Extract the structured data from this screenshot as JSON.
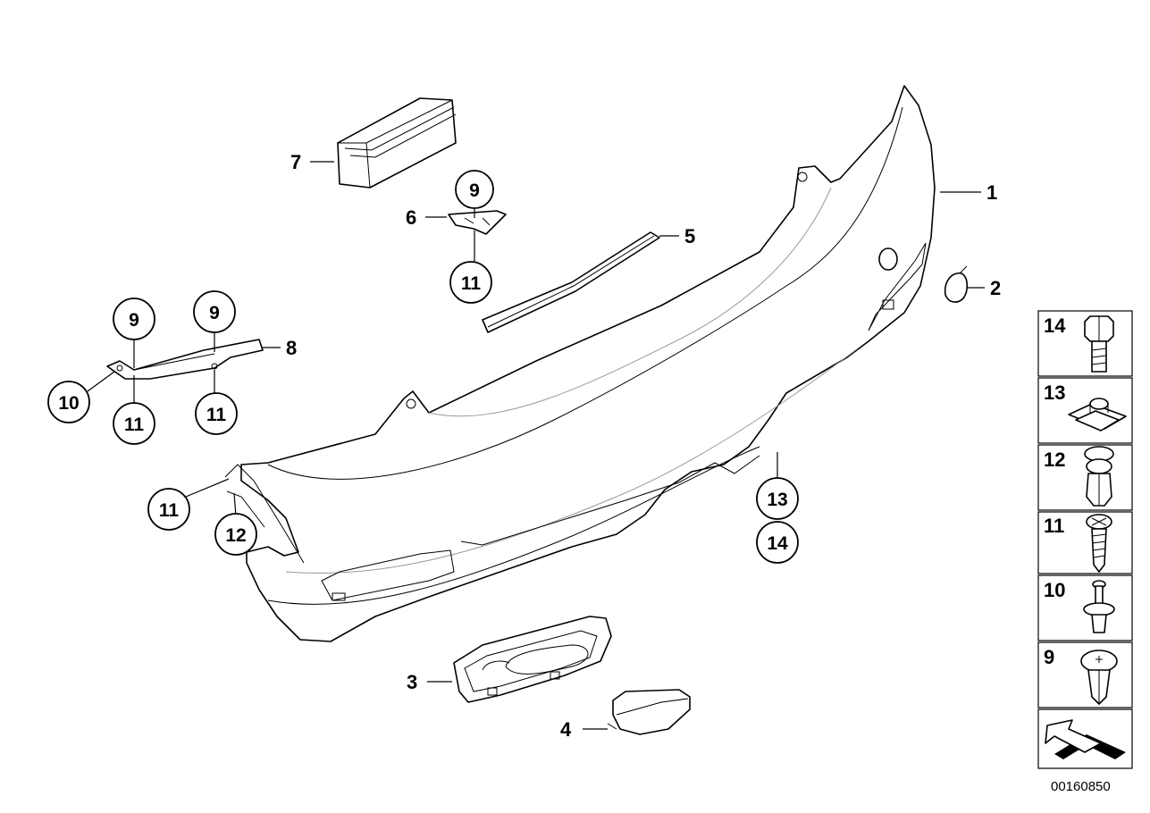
{
  "callouts": {
    "c1": "1",
    "c2": "2",
    "c3": "3",
    "c4": "4",
    "c5": "5",
    "c6": "6",
    "c7": "7",
    "c8": "8",
    "c9a": "9",
    "c9b": "9",
    "c9c": "9",
    "c10": "10",
    "c11a": "11",
    "c11b": "11",
    "c11c": "11",
    "c11d": "11",
    "c12": "12",
    "c13": "13",
    "c14": "14"
  },
  "legend": {
    "items": [
      {
        "number": "14",
        "icon": "hex-bolt-icon"
      },
      {
        "number": "13",
        "icon": "clip-nut-icon"
      },
      {
        "number": "12",
        "icon": "expanding-rivet-icon"
      },
      {
        "number": "11",
        "icon": "cross-head-screw-icon"
      },
      {
        "number": "10",
        "icon": "push-rivet-icon"
      },
      {
        "number": "9",
        "icon": "plastic-clip-icon"
      }
    ],
    "direction_icon": "forward-direction-arrow-icon"
  },
  "diagram_code": "00160850"
}
